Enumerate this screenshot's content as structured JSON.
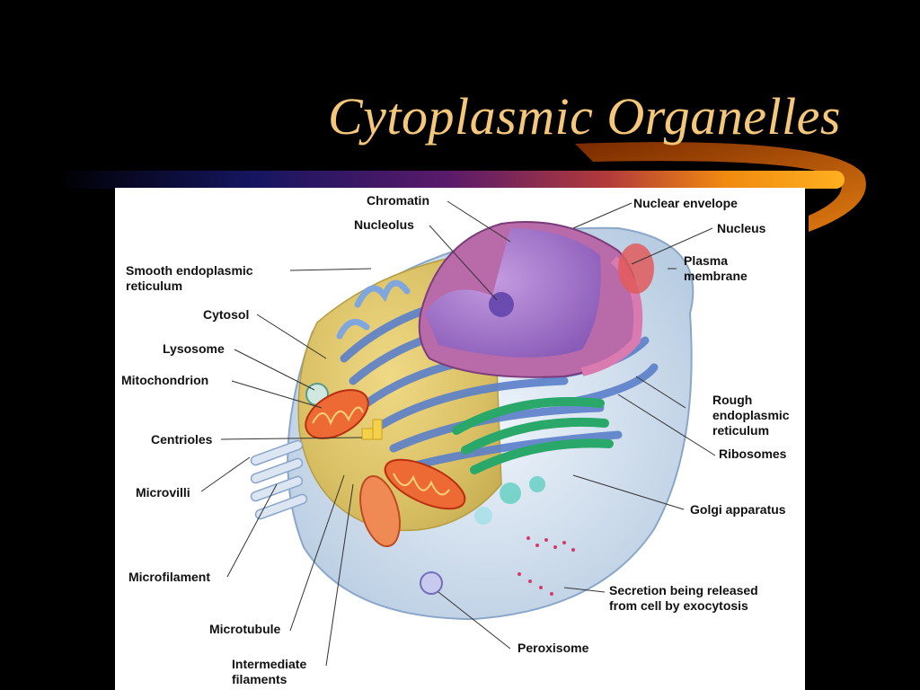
{
  "slide": {
    "title": "Cytoplasmic Organelles"
  },
  "figure": {
    "labels": {
      "chromatin": "Chromatin",
      "nuclear_envelope": "Nuclear envelope",
      "nucleolus": "Nucleolus",
      "nucleus": "Nucleus",
      "smooth_er": "Smooth endoplasmic\nreticulum",
      "plasma_membrane": "Plasma\nmembrane",
      "cytosol": "Cytosol",
      "lysosome": "Lysosome",
      "mitochondrion": "Mitochondrion",
      "rough_er": "Rough\nendoplasmic\nreticulum",
      "centrioles": "Centrioles",
      "ribosomes": "Ribosomes",
      "microvilli": "Microvilli",
      "golgi": "Golgi apparatus",
      "microfilament": "Microfilament",
      "secretion": "Secretion being released\nfrom cell by exocytosis",
      "microtubule": "Microtubule",
      "peroxisome": "Peroxisome",
      "intermediate_filaments": "Intermediate\nfilaments"
    }
  },
  "colors": {
    "title": "#f5c77a",
    "background": "#000000",
    "swoosh_orange": "#f08a10",
    "swoosh_blue": "#1a1a7a"
  }
}
